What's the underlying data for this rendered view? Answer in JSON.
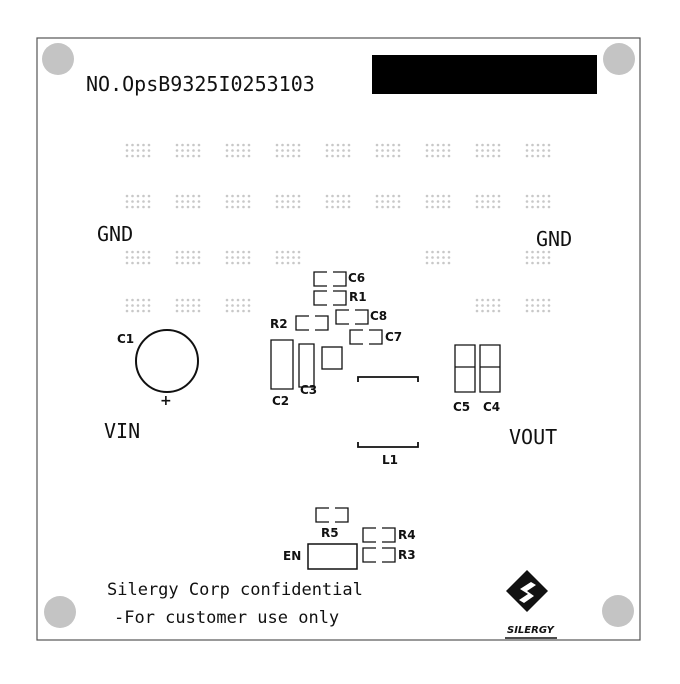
{
  "board_number": "NO.OpsB9325I0253103",
  "labels": {
    "gnd_left": "GND",
    "gnd_right": "GND",
    "vin": "VIN",
    "vout": "VOUT",
    "en": "EN",
    "plus": "+"
  },
  "refdes": {
    "C1": "C1",
    "C2": "C2",
    "C3": "C3",
    "C4": "C4",
    "C5": "C5",
    "C6": "C6",
    "C7": "C7",
    "C8": "C8",
    "R1": "R1",
    "R2": "R2",
    "R3": "R3",
    "R4": "R4",
    "R5": "R5",
    "L1": "L1"
  },
  "footer": {
    "line1": "Silergy Corp confidential",
    "line2": "-For customer use only"
  },
  "logo": {
    "text": "SILERGY"
  },
  "colors": {
    "ink": "#111111",
    "via": "#c8c8c8",
    "mounting_hole": "#c4c4c4",
    "board_outline": "#555555"
  }
}
